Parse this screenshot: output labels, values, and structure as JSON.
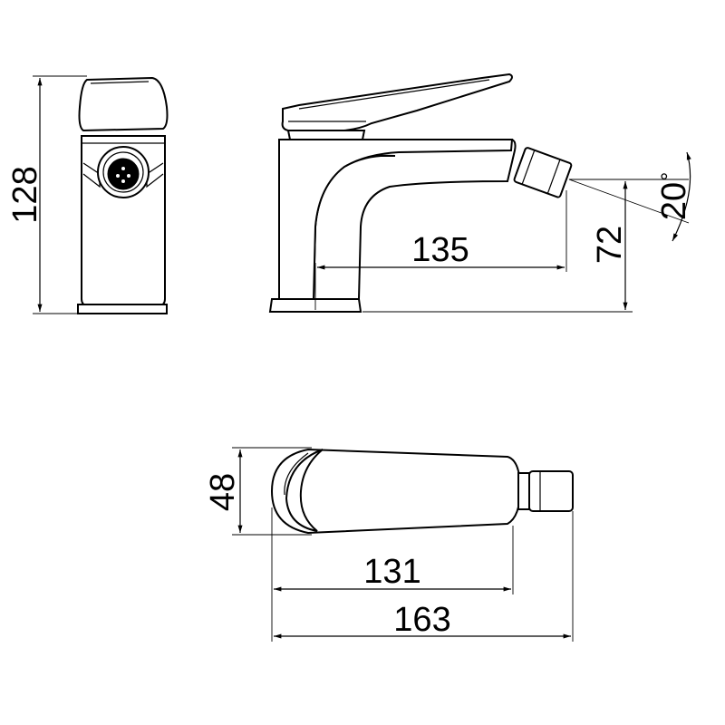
{
  "dimensions": {
    "front_height": "128",
    "spout_reach": "135",
    "outlet_height": "72",
    "spray_angle": "20",
    "degree_mark": "°",
    "handle_width": "48",
    "body_length": "131",
    "overall_length": "163"
  }
}
